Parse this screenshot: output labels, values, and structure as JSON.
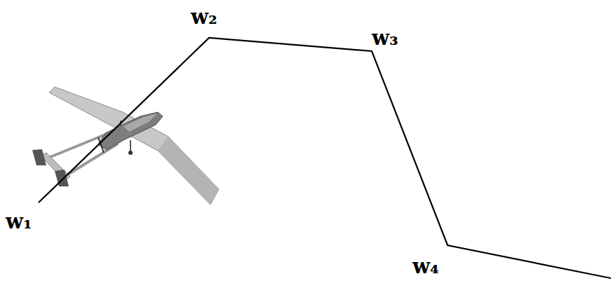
{
  "diagram": {
    "labels": [
      "w₁",
      "w₂",
      "w₃",
      "w₄"
    ]
  }
}
